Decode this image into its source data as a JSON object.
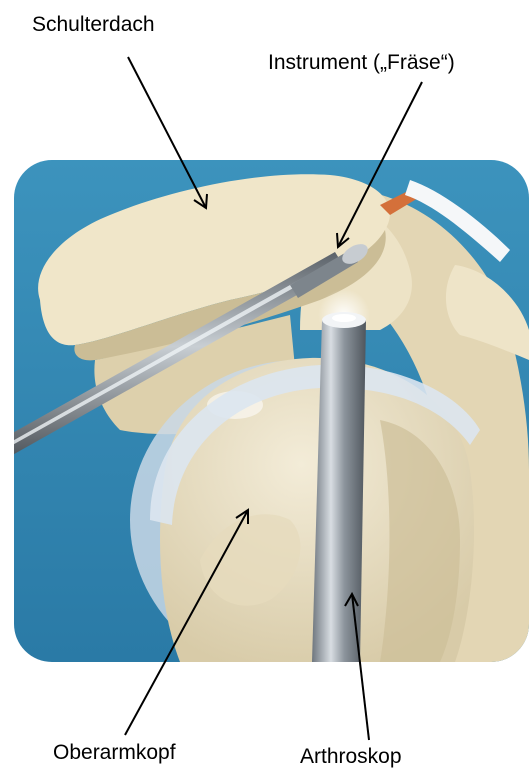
{
  "labels": {
    "schulterdach": "Schulterdach",
    "instrument": "Instrument („Fräse“)",
    "oberarmkopf": "Oberarmkopf",
    "arthroskop": "Arthroskop"
  },
  "colors": {
    "background_blue": "#2f86b2",
    "bone": "#eadfc2",
    "bone_shadow": "#c9bd9b",
    "cartilage": "#d9e3ec",
    "instrument_steel": "#9ba3ab",
    "arrow": "#000000"
  }
}
